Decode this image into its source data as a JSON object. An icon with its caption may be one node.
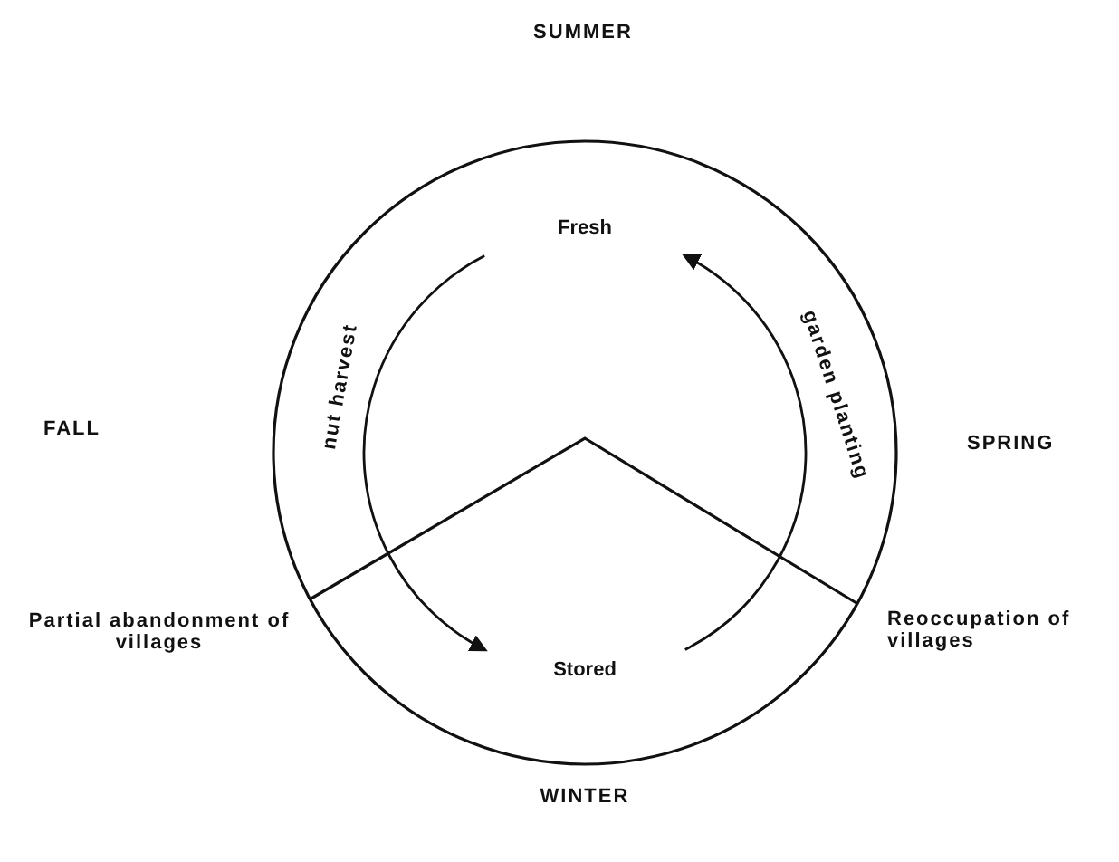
{
  "diagram": {
    "nodes": [
      {
        "text": [
          "Fresh"
        ]
      },
      {
        "text": [
          "Stored"
        ]
      }
    ],
    "edges": [
      {
        "from": 0,
        "to": 1,
        "arrow": "to",
        "label": "nut harvest"
      },
      {
        "from": 1,
        "to": 0,
        "arrow": "to",
        "label": "garden planting"
      }
    ],
    "labels": [
      "SUMMER",
      "FALL",
      "SPRING",
      "Partial abandonment of villages",
      "Reoccupation of villages",
      "WINTER"
    ]
  }
}
